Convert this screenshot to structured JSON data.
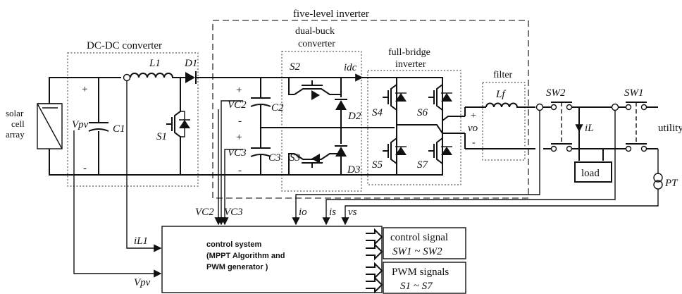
{
  "blocks": {
    "five_level_inverter": "five-level inverter",
    "dcdc_converter": "DC-DC converter",
    "dual_buck": [
      "dual-buck",
      "converter"
    ],
    "full_bridge": [
      "full-bridge",
      "inverter"
    ],
    "filter": "filter",
    "solar": [
      "solar",
      "cell",
      "array"
    ],
    "load": "load",
    "control_system": [
      "control system",
      "(MPPT Algorithm and",
      "PWM generator )"
    ],
    "control_signal": [
      "control signal",
      "SW1 ~ SW2"
    ],
    "pwm_signals": [
      "PWM signals",
      "S1 ~ S7"
    ],
    "utility": "utility"
  },
  "components": {
    "L1": "L1",
    "D1": "D1",
    "C1": "C1",
    "S1": "S1",
    "C2": "C2",
    "C3": "C3",
    "S2": "S2",
    "S3": "S3",
    "D2": "D2",
    "D3": "D3",
    "S4": "S4",
    "S5": "S5",
    "S6": "S6",
    "S7": "S7",
    "Lf": "Lf",
    "SW1": "SW1",
    "SW2": "SW2",
    "PT": "PT"
  },
  "signals": {
    "Vpv": "Vpv",
    "VC2": "VC2",
    "VC3": "VC3",
    "idc": "idc",
    "vo": "vo",
    "iL": "iL",
    "io": "io",
    "is": "is",
    "vs": "vs",
    "iL1": "iL1"
  },
  "polarity": {
    "plus": "+",
    "minus": "-"
  }
}
